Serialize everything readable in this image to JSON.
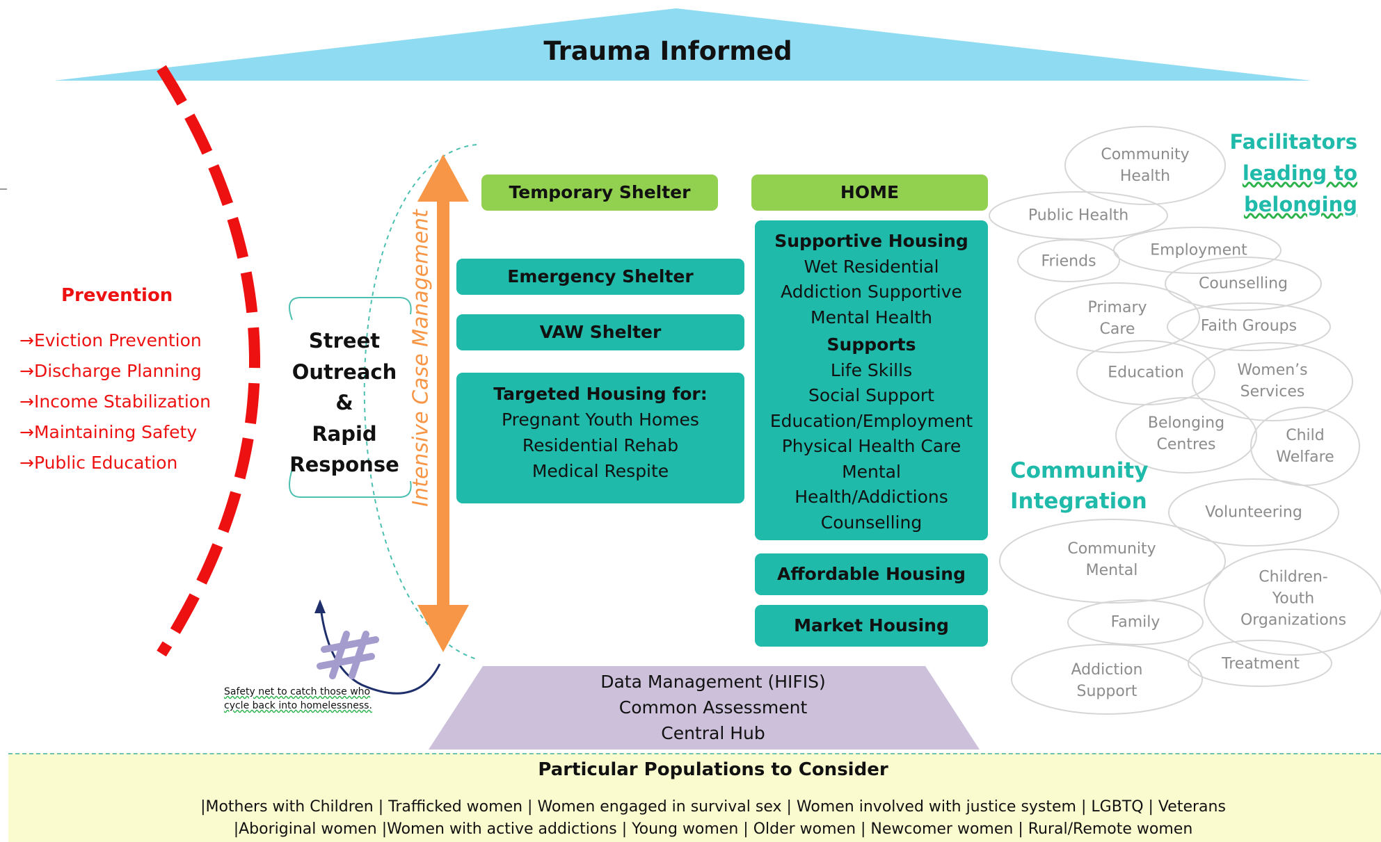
{
  "roof": {
    "title": "Trauma Informed"
  },
  "prevention": {
    "title": "Prevention",
    "items": [
      "→Eviction Prevention",
      "→Discharge Planning",
      "→Income Stabilization",
      "→Maintaining Safety",
      "→Public Education"
    ]
  },
  "street_outreach": {
    "lines": [
      "Street",
      "Outreach",
      "&",
      "Rapid",
      "Response"
    ]
  },
  "case_management": {
    "label": "Intensive Case Management"
  },
  "shelters": {
    "temporary": "Temporary Shelter",
    "emergency": "Emergency Shelter",
    "vaw": "VAW Shelter",
    "targeted": {
      "title": "Targeted Housing for:",
      "items": [
        "Pregnant Youth Homes",
        "Residential Rehab",
        "Medical Respite"
      ]
    }
  },
  "home": {
    "title": "HOME",
    "supportive": {
      "title": "Supportive Housing",
      "items": [
        "Wet Residential",
        "Addiction Supportive",
        "Mental Health"
      ]
    },
    "supports": {
      "title": "Supports",
      "items": [
        "Life Skills",
        "Social Support",
        "Education/Employment",
        "Physical Health Care",
        "Mental",
        "Health/Addictions",
        "Counselling"
      ]
    },
    "affordable": "Affordable Housing",
    "market": "Market Housing"
  },
  "foundation": {
    "lines": [
      "Data Management (HIFIS)",
      "Common Assessment",
      "Central Hub"
    ],
    "color": "#ccc0da"
  },
  "safety_net": {
    "lines": [
      "Safety net to catch those who",
      "cycle back into homelessness."
    ]
  },
  "facilitators": {
    "lines": [
      "Facilitators",
      "leading to",
      "belonging"
    ]
  },
  "community_integration": {
    "lines": [
      "Community",
      "Integration"
    ]
  },
  "circles": [
    {
      "lines": [
        "Community",
        "Health"
      ]
    },
    {
      "lines": [
        "Public Health"
      ]
    },
    {
      "lines": [
        "Friends"
      ]
    },
    {
      "lines": [
        "Employment"
      ]
    },
    {
      "lines": [
        "Counselling"
      ]
    },
    {
      "lines": [
        "Primary",
        "Care"
      ]
    },
    {
      "lines": [
        "Faith Groups"
      ]
    },
    {
      "lines": [
        "Education"
      ]
    },
    {
      "lines": [
        "Women’s",
        "Services"
      ]
    },
    {
      "lines": [
        "Belonging",
        "Centres"
      ]
    },
    {
      "lines": [
        "Child",
        "Welfare"
      ]
    },
    {
      "lines": [
        "Volunteering"
      ]
    },
    {
      "lines": [
        "Community",
        "Mental"
      ]
    },
    {
      "lines": [
        "Children-",
        "Youth",
        "Organizations"
      ]
    },
    {
      "lines": [
        "Family"
      ]
    },
    {
      "lines": [
        "Addiction",
        "Support"
      ]
    },
    {
      "lines": [
        "Treatment"
      ]
    }
  ],
  "populations": {
    "title": "Particular Populations to Consider",
    "line1": "|Mothers with Children | Trafficked women | Women engaged in survival sex | Women involved with justice system | LGBTQ | Veterans",
    "line2": "|Aboriginal women |Women with active addictions | Young women | Older women | Newcomer women | Rural/Remote women"
  },
  "colors": {
    "roof": "#8fdbf2",
    "prevention_red": "#ee1111",
    "arrow_orange": "#f79646",
    "green": "#92d050",
    "teal": "#1fbaaa",
    "population_band": "#fbfbd0"
  }
}
